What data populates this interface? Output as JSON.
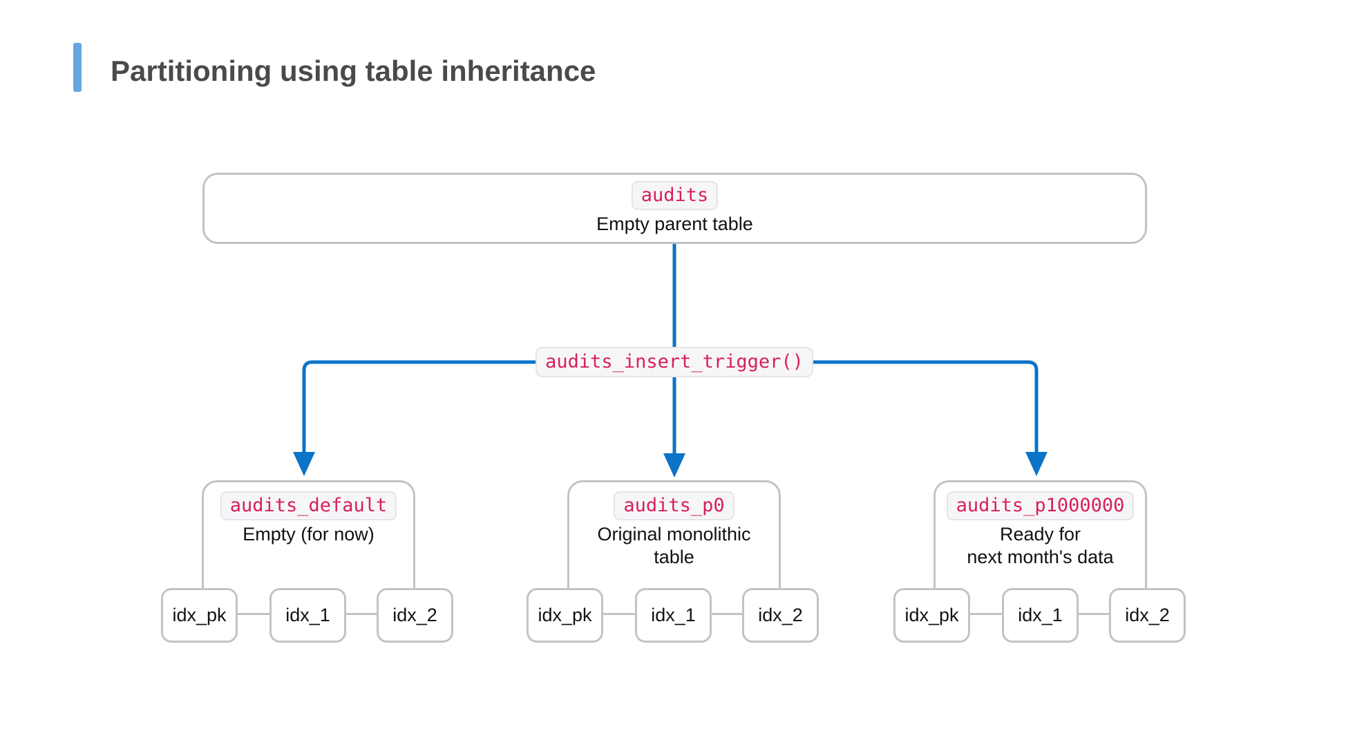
{
  "title": "Partitioning using table inheritance",
  "parent_table": {
    "name": "audits",
    "description": "Empty parent table"
  },
  "trigger_label": "audits_insert_trigger()",
  "partitions": [
    {
      "name": "audits_default",
      "description_lines": [
        "Empty (for now)"
      ],
      "indexes": [
        "idx_pk",
        "idx_1",
        "idx_2"
      ]
    },
    {
      "name": "audits_p0",
      "description_lines": [
        "Original monolithic",
        "table"
      ],
      "indexes": [
        "idx_pk",
        "idx_1",
        "idx_2"
      ]
    },
    {
      "name": "audits_p1000000",
      "description_lines": [
        "Ready for",
        "next month's data"
      ],
      "indexes": [
        "idx_pk",
        "idx_1",
        "idx_2"
      ]
    }
  ],
  "colors": {
    "accent_bar": "#64a7e2",
    "title_text": "#4a4a4a",
    "arrow_blue": "#0b73c8",
    "code_red": "#d91e5c",
    "box_border": "#c3c3c3",
    "badge_bg": "#f6f6f8",
    "badge_border": "#e4e4e9",
    "body_text": "#111111"
  }
}
